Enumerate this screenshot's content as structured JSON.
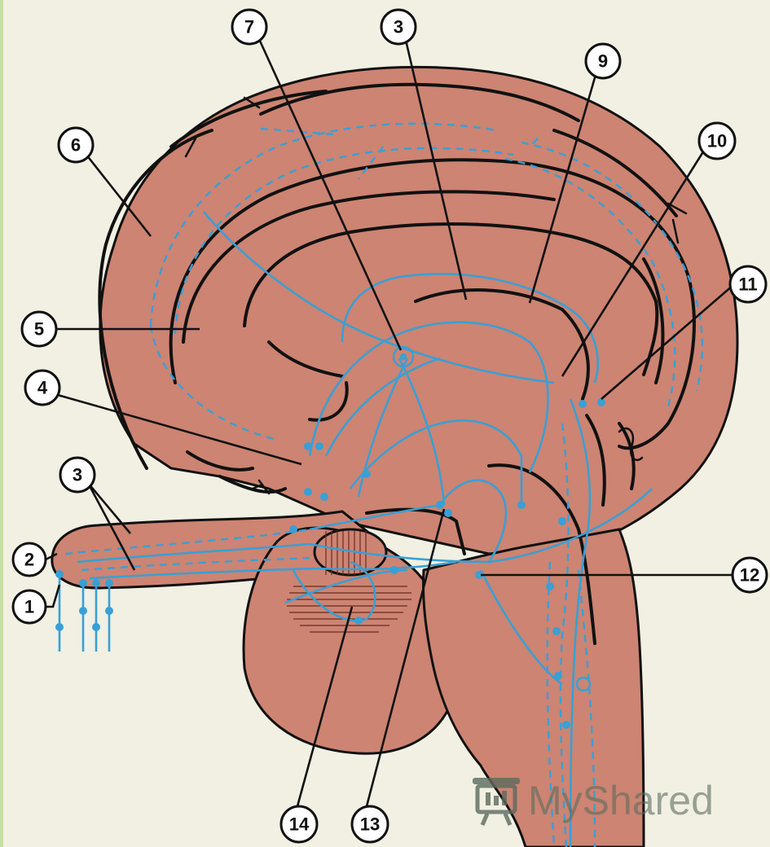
{
  "diagram": {
    "colors": {
      "background": "#f1f0e3",
      "brain_tissue": "#cd8472",
      "outline": "#111111",
      "pathways": "#3a9fd4",
      "callout_fill": "#ffffff"
    },
    "callouts": [
      {
        "id": "c1",
        "label": "1"
      },
      {
        "id": "c2",
        "label": "2"
      },
      {
        "id": "c3a",
        "label": "3"
      },
      {
        "id": "c3b",
        "label": "3"
      },
      {
        "id": "c4",
        "label": "4"
      },
      {
        "id": "c5",
        "label": "5"
      },
      {
        "id": "c6",
        "label": "6"
      },
      {
        "id": "c7",
        "label": "7"
      },
      {
        "id": "c9",
        "label": "9"
      },
      {
        "id": "c10",
        "label": "10"
      },
      {
        "id": "c11",
        "label": "11"
      },
      {
        "id": "c12",
        "label": "12"
      },
      {
        "id": "c13",
        "label": "13"
      },
      {
        "id": "c14",
        "label": "14"
      }
    ]
  },
  "watermark": {
    "text": "MyShared",
    "icon": "projector-screen-icon"
  }
}
